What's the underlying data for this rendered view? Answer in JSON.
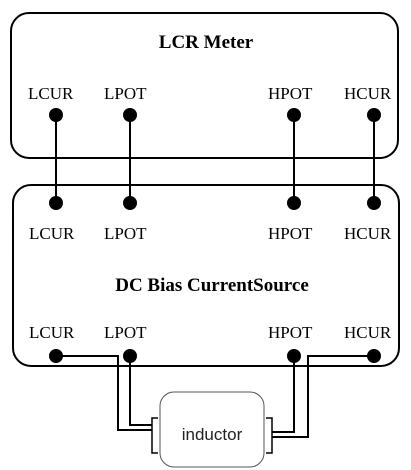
{
  "lcr_meter": {
    "title": "LCR Meter",
    "terminals": [
      "LCUR",
      "LPOT",
      "HPOT",
      "HCUR"
    ]
  },
  "bias_source": {
    "title": "DC Bias CurrentSource",
    "top_terminals": [
      "LCUR",
      "LPOT",
      "HPOT",
      "HCUR"
    ],
    "bottom_terminals": [
      "LCUR",
      "LPOT",
      "HPOT",
      "HCUR"
    ]
  },
  "inductor": {
    "label": "inductor"
  }
}
